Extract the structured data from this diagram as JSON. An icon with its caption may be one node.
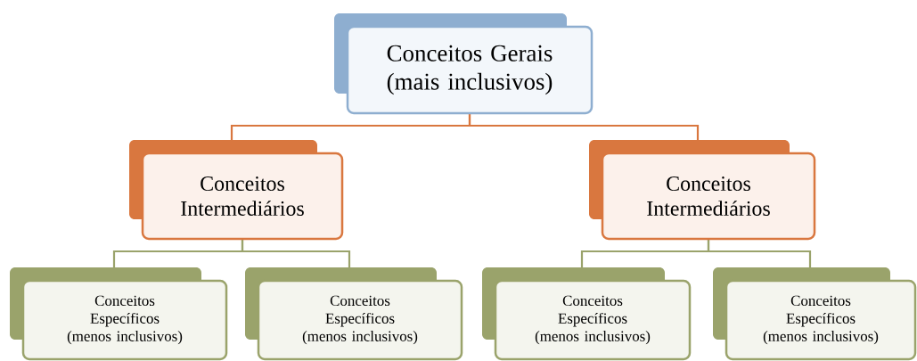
{
  "diagram": {
    "nodes": [
      {
        "text": [
          "Conceitos Gerais (mais inclusivos)"
        ]
      },
      {
        "text": [
          "Conceitos Intermediários"
        ]
      },
      {
        "text": [
          "Conceitos Intermediários"
        ]
      },
      {
        "text": [
          "Conceitos Específicos (menos inclusivos)"
        ]
      },
      {
        "text": [
          "Conceitos Específicos (menos inclusivos)"
        ]
      },
      {
        "text": [
          "Conceitos Específicos (menos inclusivos)"
        ]
      },
      {
        "text": [
          "Conceitos Específicos (menos inclusivos)"
        ]
      }
    ],
    "edges": [
      {
        "from": 0,
        "to": 1,
        "arrow": "none",
        "color": "#d9773f"
      },
      {
        "from": 0,
        "to": 2,
        "arrow": "none",
        "color": "#d9773f"
      },
      {
        "from": 1,
        "to": 3,
        "arrow": "none"
      },
      {
        "from": 1,
        "to": 4,
        "arrow": "none"
      },
      {
        "from": 2,
        "to": 5,
        "arrow": "none"
      },
      {
        "from": 2,
        "to": 6,
        "arrow": "none"
      }
    ]
  }
}
